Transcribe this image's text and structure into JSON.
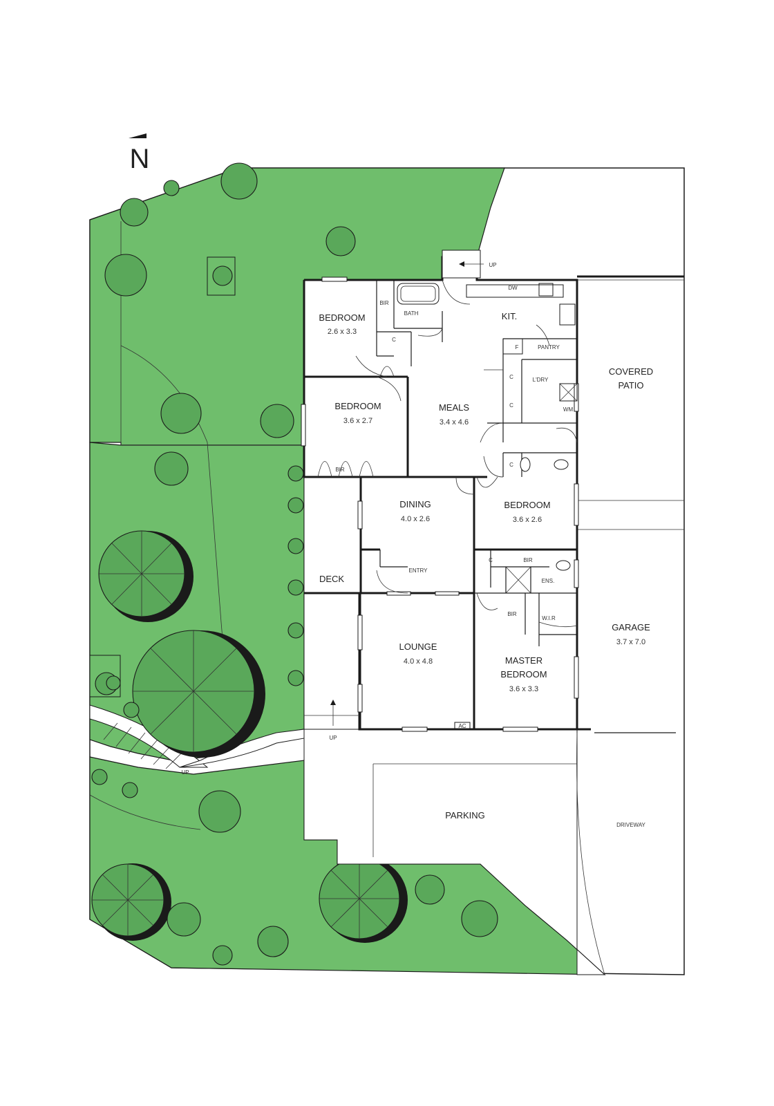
{
  "north": "N",
  "rooms": {
    "bedroom_nw": {
      "name": "BEDROOM",
      "dim": "2.6 x 3.3"
    },
    "bedroom_w": {
      "name": "BEDROOM",
      "dim": "3.6 x 2.7"
    },
    "meals": {
      "name": "MEALS",
      "dim": "3.4 x 4.6"
    },
    "kitchen": {
      "name": "KIT."
    },
    "dining": {
      "name": "DINING",
      "dim": "4.0 x 2.6"
    },
    "bedroom_e": {
      "name": "BEDROOM",
      "dim": "3.6 x 2.6"
    },
    "lounge": {
      "name": "LOUNGE",
      "dim": "4.0 x 4.8"
    },
    "master": {
      "name_line1": "MASTER",
      "name_line2": "BEDROOM",
      "dim": "3.6 x 3.3"
    },
    "garage": {
      "name": "GARAGE",
      "dim": "3.7 x 7.0"
    },
    "covered_patio": {
      "name_line1": "COVERED",
      "name_line2": "PATIO"
    },
    "deck": {
      "name": "DECK"
    },
    "parking": {
      "name": "PARKING"
    },
    "driveway": {
      "name": "DRIVEWAY"
    },
    "entry": {
      "name": "ENTRY"
    }
  },
  "small_labels": {
    "bir": "BIR",
    "bath": "BATH",
    "closet": "C",
    "laundry": "L'DRY",
    "pantry": "PANTRY",
    "fridge": "F",
    "dishwasher": "DW",
    "washing_machine": "WM",
    "ensuite": "ENS.",
    "wir": "W.I.R",
    "ac": "AC",
    "up": "UP"
  }
}
